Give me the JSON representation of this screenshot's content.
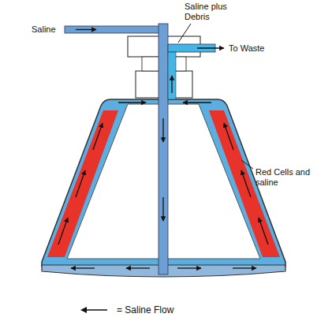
{
  "diagram": {
    "labels": [
      "Saline",
      "Saline plus Debris",
      "To Waste",
      "Red Cells and saline"
    ],
    "legend": [
      {
        "text": "= Saline Flow"
      }
    ]
  }
}
